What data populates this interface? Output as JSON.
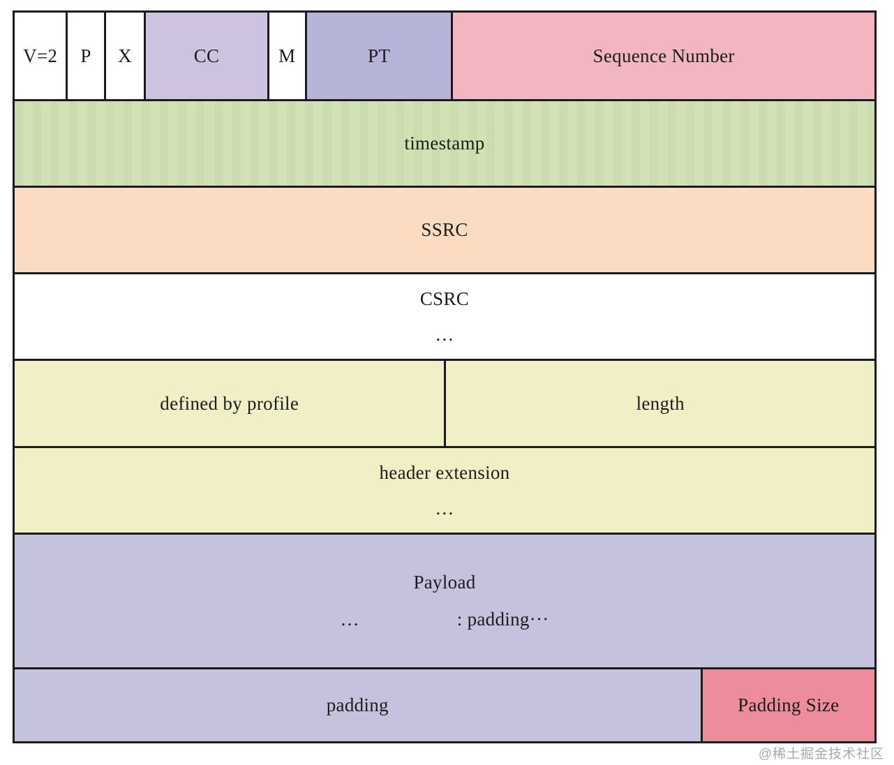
{
  "diagram": {
    "row1": {
      "version": "V=2",
      "padding_flag": "P",
      "extension_flag": "X",
      "csrc_count": "CC",
      "marker": "M",
      "payload_type": "PT",
      "sequence_number": "Sequence Number"
    },
    "timestamp": "timestamp",
    "ssrc": "SSRC",
    "csrc": "CSRC",
    "csrc_ellipsis": "…",
    "defined_by_profile": "defined by profile",
    "length": "length",
    "header_extension": "header extension",
    "header_extension_ellipsis": "…",
    "payload": "Payload",
    "payload_ellipsis": "…",
    "payload_padding_note": ": padding···",
    "padding": "padding",
    "padding_size": "Padding Size"
  },
  "watermark": "@稀土掘金技术社区",
  "colors": {
    "border": "#1b1b1b",
    "white": "#ffffff",
    "cc": "#cdc2e0",
    "pt": "#b6b3d8",
    "sequence_number": "#f1b6c0",
    "timestamp": "#d2e2b5",
    "ssrc": "#fbdcc2",
    "yellow": "#f1efc6",
    "lavender": "#c5c2de",
    "padding_size": "#ed8d9c"
  }
}
